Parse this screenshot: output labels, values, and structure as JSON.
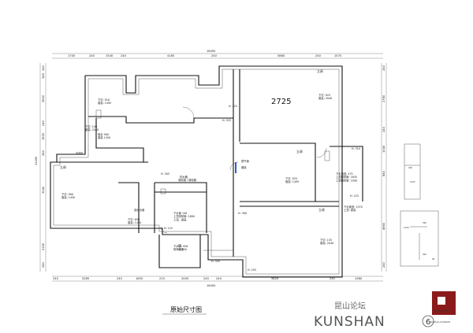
{
  "drawing": {
    "title": "原始尺寸图",
    "area_label": "2725"
  },
  "dimensions": {
    "top_total": "16450",
    "top": [
      "1700",
      "240",
      "1540",
      "240",
      "4165",
      "240",
      "5860",
      "240",
      "1570"
    ],
    "bottom_total": "16450",
    "bottom": [
      "240",
      "3285",
      "240",
      "1655",
      "215",
      "2005",
      "240",
      "240",
      "5820",
      "240",
      "1580"
    ],
    "left_total": "11050",
    "left": [
      "240",
      "345",
      "3600",
      "240",
      "1500",
      "240",
      "3240",
      "2150",
      "240"
    ],
    "right": [
      "240",
      "2780",
      "240",
      "1040",
      "840",
      "4660",
      "240"
    ]
  },
  "rooms": [
    {
      "label": "下沉: 925\n窗高: 2040",
      "kind": "note"
    },
    {
      "label": "下沉: 910\n窗高: 1495",
      "kind": "note"
    },
    {
      "label": "窗台 900\n窗高 1450",
      "kind": "note"
    },
    {
      "label": "空调孔",
      "kind": "note"
    },
    {
      "label": "立调",
      "kind": "room"
    },
    {
      "label": "立调",
      "kind": "room"
    },
    {
      "label": "立调",
      "kind": "room"
    },
    {
      "label": "立调",
      "kind": "room"
    },
    {
      "label": "下沉: 925\n窗高: 1495",
      "kind": "note"
    },
    {
      "label": "下沉: 850\n窗高: 1450",
      "kind": "note"
    },
    {
      "label": "下沉: 155\n窗高: 2040",
      "kind": "note"
    },
    {
      "label": "下沉: 900\n窗高: 1450",
      "kind": "note"
    },
    {
      "label": "下沉: 100\n窗高: 2040",
      "kind": "note"
    },
    {
      "label": "燃气管",
      "kind": "note"
    },
    {
      "label": "烟道",
      "kind": "note"
    },
    {
      "label": "热水器",
      "kind": "note"
    },
    {
      "label": "回水出墙",
      "kind": "accent"
    },
    {
      "label": "下水管 140\n上顶排风管: 1690\n上顶、梁高",
      "kind": "note"
    },
    {
      "label": "下水管: 956\n排风墙管",
      "kind": "note"
    },
    {
      "label": "强电箱 / 弱电箱",
      "kind": "note"
    },
    {
      "label": "下水管道: 1570\n上顶: 梁高",
      "kind": "note"
    },
    {
      "label": "下水管道: 475\n上顶排风管: 1635\n上顶排风管: 1000",
      "kind": "note"
    },
    {
      "label": "H: 225",
      "kind": "note"
    },
    {
      "label": "H: 325",
      "kind": "note"
    },
    {
      "label": "H: 305",
      "kind": "note"
    },
    {
      "label": "H: 300",
      "kind": "note"
    },
    {
      "label": "H: 310",
      "kind": "note"
    },
    {
      "label": "H: 225",
      "kind": "note"
    },
    {
      "label": "H: 255",
      "kind": "note"
    },
    {
      "label": "H: 125",
      "kind": "note"
    },
    {
      "label": "H: 150",
      "kind": "note"
    },
    {
      "label": "H: 320",
      "kind": "note"
    }
  ],
  "details": {
    "detail_a": [
      "180",
      "1425"
    ],
    "detail_b": [
      "1240",
      "395",
      "920",
      "90"
    ]
  },
  "brand": {
    "chinese": "昆山论坛",
    "latin": "KUNSHAN",
    "number": "6",
    "sub1": "昆山住宅信息网",
    "sub2": "Tel:0512-12345678"
  },
  "colors": {
    "wall": "#111111",
    "accent_green": "#1e9d6b",
    "accent_blue": "#2a62c9",
    "brand_red": "#8b1b1b",
    "dim_red": "#c0392b"
  }
}
